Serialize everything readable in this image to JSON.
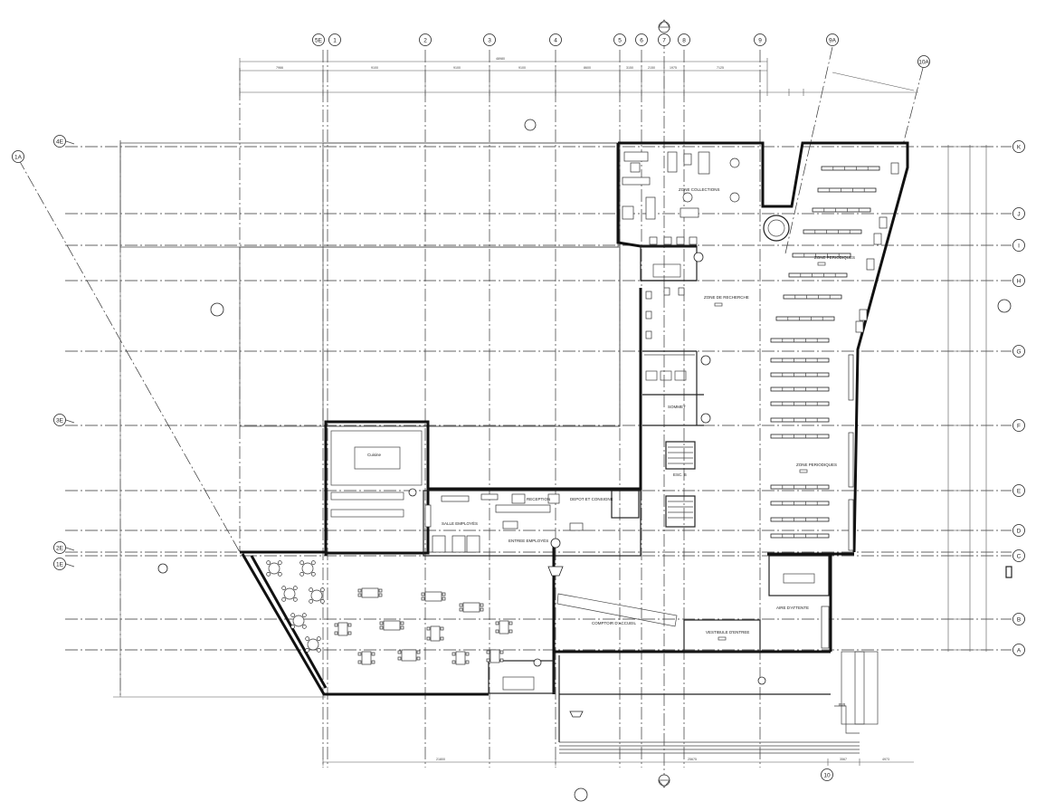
{
  "plan": {
    "grid_top": [
      "5E",
      "1",
      "2",
      "3",
      "4",
      "5",
      "6",
      "7",
      "8",
      "9",
      "9A",
      "10A"
    ],
    "grid_right": [
      "K",
      "J",
      "I",
      "H",
      "G",
      "F",
      "E",
      "D",
      "C",
      "B",
      "A"
    ],
    "grid_left": [
      "4E",
      "3E",
      "2E",
      "1E",
      "1A"
    ],
    "grid_bottom": [
      "10"
    ],
    "rooms": {
      "zone_collection": "ZONE COLLECTIONS",
      "zone_recherche": "ZONE DE RECHERCHE",
      "zone_periodiques_top": "ZONE PERIODIQUES",
      "zone_periodiques": "ZONE PERIODIQUES",
      "salle_employes": "SALLE EMPLOYÉS",
      "entree_employes": "ENTREE EMPLOYÉS",
      "reception": "RECEPTION",
      "depot": "DEPOT ET CONSIGNE",
      "comptoir": "COMPTOIR D'ACCUEIL",
      "vestibule": "VESTIBULE D'ENTREE",
      "aire_attente": "AIRE D'ATTENTE",
      "esc": "ESC. B",
      "sommet": "SOMMET",
      "cuisine": "Cuisine",
      "bb": "B.B."
    },
    "dims": {
      "overall": "48980",
      "d1": "7966",
      "d2": "9100",
      "d3": "9100",
      "d4": "9100",
      "d5": "8600",
      "d6": "3150",
      "d7": "2150",
      "d8": "1975",
      "d9": "7125",
      "bottom1": "21800",
      "bottom2": "25675",
      "bottom3": "3567",
      "bottom4": "4973"
    }
  }
}
